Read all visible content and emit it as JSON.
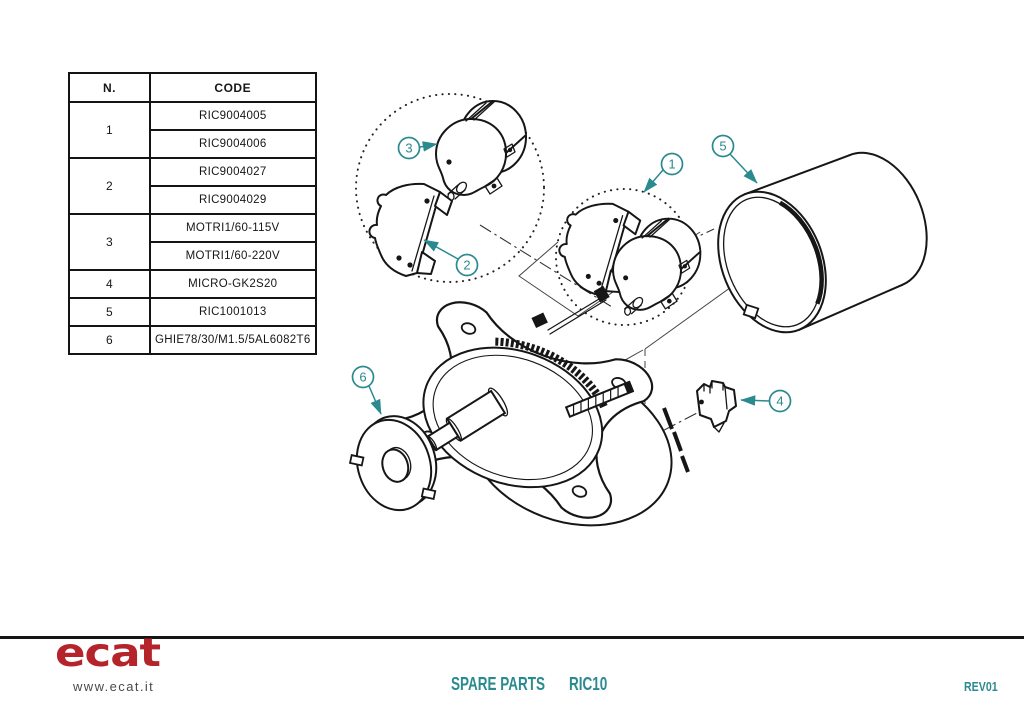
{
  "colors": {
    "accent_teal": "#2a8a8f",
    "logo_red": "#b5242b",
    "line_black": "#161616"
  },
  "table": {
    "headers": [
      "N.",
      "CODE"
    ],
    "groups": [
      {
        "n": "1",
        "codes": [
          "RIC9004005",
          "RIC9004006"
        ]
      },
      {
        "n": "2",
        "codes": [
          "RIC9004027",
          "RIC9004029"
        ]
      },
      {
        "n": "3",
        "codes": [
          "MOTRI1/60-115V",
          "MOTRI1/60-220V"
        ]
      },
      {
        "n": "4",
        "codes": [
          "MICRO-GK2S20"
        ]
      },
      {
        "n": "5",
        "codes": [
          "RIC1001013"
        ]
      },
      {
        "n": "6",
        "codes": [
          "GHIE78/30/M1.5/5AL6082T6"
        ]
      }
    ]
  },
  "diagram": {
    "callouts": [
      {
        "num": "1"
      },
      {
        "num": "2"
      },
      {
        "num": "3"
      },
      {
        "num": "4"
      },
      {
        "num": "5"
      },
      {
        "num": "6"
      }
    ]
  },
  "footer": {
    "logo_text": "ecat",
    "website": "www.ecat.it",
    "doc_type": "SPARE PARTS",
    "model": "RIC10",
    "revision": "REV01"
  }
}
